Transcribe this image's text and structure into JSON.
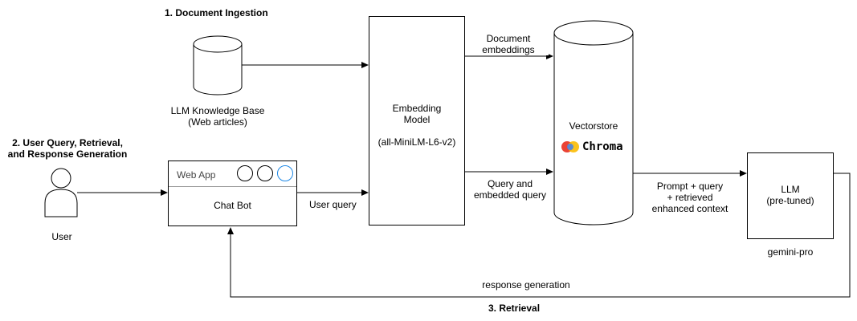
{
  "sections": {
    "ingestion": "1. Document Ingestion",
    "query": "2. User Query, Retrieval,\nand Response Generation",
    "retrieval": "3. Retrieval"
  },
  "knowledge_base": {
    "label": "LLM Knowledge Base\n(Web articles)"
  },
  "user": {
    "label": "User"
  },
  "web_app": {
    "header": "Web App",
    "body": "Chat Bot"
  },
  "embedding_model": {
    "title": "Embedding\nModel",
    "name": "(all-MiniLM-L6-v2)"
  },
  "vectorstore": {
    "label": "Vectorstore",
    "brand": "Chroma"
  },
  "llm": {
    "label": "LLM\n(pre-tuned)",
    "model": "gemini-pro"
  },
  "edges": {
    "document_embeddings": "Document\nembeddings",
    "user_query": "User query",
    "query_and_embedded": "Query and\nembedded query",
    "prompt_query": "Prompt + query\n+ retrieved\nenhanced context",
    "response_generation": "response generation"
  },
  "colors": {
    "chroma_red": "#ea4335",
    "chroma_yellow": "#fbbc04",
    "chroma_blue": "#4285f4",
    "selected_circle": "#1e88e5"
  }
}
